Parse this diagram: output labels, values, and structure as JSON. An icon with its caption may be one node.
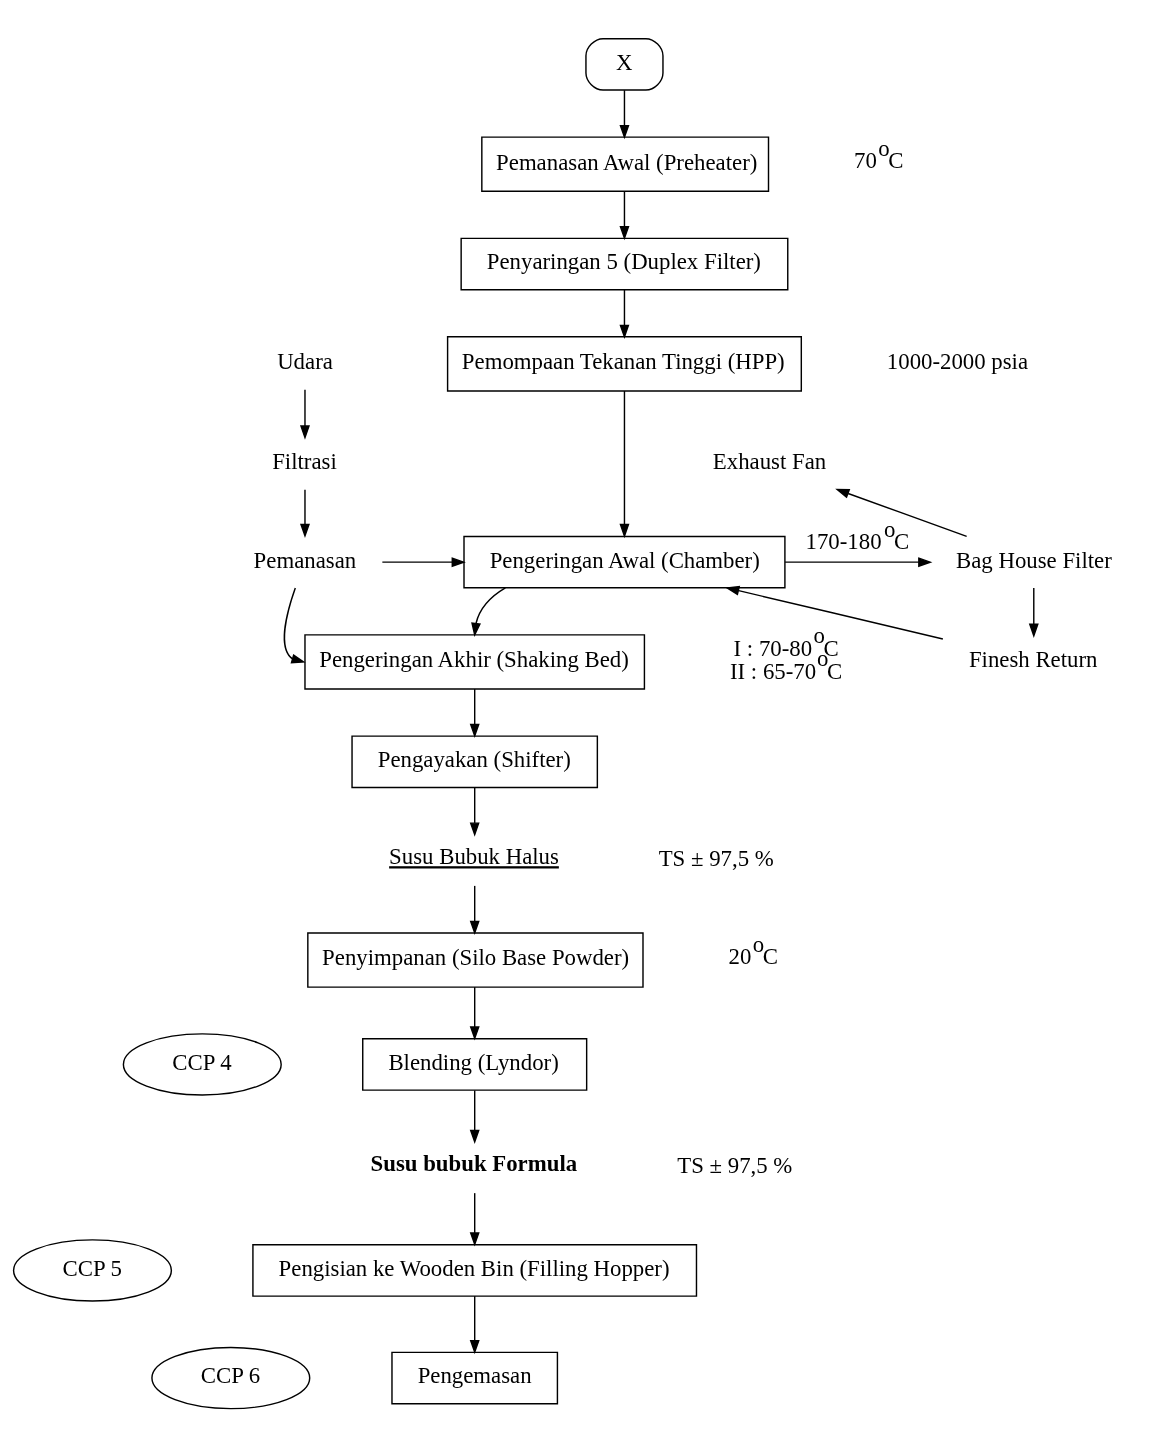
{
  "diagram": {
    "nodes": [
      {
        "text": [
          "X"
        ]
      },
      {
        "text": [
          "Pemanasan Awal (Preheater)"
        ],
        "beside": [
          "70$^{o}$C"
        ]
      },
      {
        "text": [
          "Penyaringan 5 (Duplex Filter)"
        ]
      },
      {
        "text": [
          "Pemompaan Tekanan Tinggi (HPP)"
        ],
        "beside": [
          "1000-2000 psia"
        ]
      },
      {
        "text": [
          "Udara"
        ]
      },
      {
        "text": [
          "Filtrasi"
        ]
      },
      {
        "text": [
          "Pemanasan"
        ]
      },
      {
        "text": [
          "Pengeringan Awal (Chamber)"
        ]
      },
      {
        "text": [
          "Exhaust Fan"
        ]
      },
      {
        "text": [
          "Bag House Filter"
        ]
      },
      {
        "text": [
          "Finesh Return"
        ]
      },
      {
        "text": [
          "Pengeringan Akhir (Shaking Bed)"
        ],
        "beside": [
          "I : 70-80$^{o}$C",
          "II : 65-70$^{o}$C"
        ]
      },
      {
        "text": [
          "Pengayakan (Shifter)"
        ]
      },
      {
        "text": [
          "Susu Bubuk Halus"
        ],
        "beside": [
          "TS ± 97,5 %"
        ]
      },
      {
        "text": [
          "Penyimpanan (Silo Base Powder)"
        ],
        "beside": [
          "20$^{o}$C"
        ]
      },
      {
        "text": [
          "CCP 4"
        ]
      },
      {
        "text": [
          "Blending (Lyndor)"
        ]
      },
      {
        "text": [
          "Susu bubuk Formula"
        ],
        "beside": [
          "TS ± 97,5 %"
        ]
      },
      {
        "text": [
          "CCP 5"
        ]
      },
      {
        "text": [
          "Pengisian ke Wooden Bin (Filling Hopper)"
        ]
      },
      {
        "text": [
          "CCP 6"
        ]
      },
      {
        "text": [
          "Pengemasan"
        ]
      }
    ],
    "edges": [
      {
        "from": 0,
        "to": 1,
        "arrow": "to"
      },
      {
        "from": 1,
        "to": 2,
        "arrow": "to"
      },
      {
        "from": 2,
        "to": 3,
        "arrow": "to"
      },
      {
        "from": 3,
        "to": 7,
        "arrow": "to"
      },
      {
        "from": 4,
        "to": 5,
        "arrow": "to"
      },
      {
        "from": 5,
        "to": 6,
        "arrow": "to"
      },
      {
        "from": 6,
        "to": 7,
        "arrow": "to"
      },
      {
        "from": 6,
        "to": 11,
        "arrow": "to"
      },
      {
        "from": 7,
        "to": 9,
        "arrow": "to",
        "label": "170-180$^{o}$C"
      },
      {
        "from": 9,
        "to": 8,
        "arrow": "to"
      },
      {
        "from": 9,
        "to": 10,
        "arrow": "to"
      },
      {
        "from": 10,
        "to": 7,
        "arrow": "to"
      },
      {
        "from": 7,
        "to": 11,
        "arrow": "to"
      },
      {
        "from": 11,
        "to": 12,
        "arrow": "to"
      },
      {
        "from": 12,
        "to": 13,
        "arrow": "to"
      },
      {
        "from": 13,
        "to": 14,
        "arrow": "to"
      },
      {
        "from": 14,
        "to": 16,
        "arrow": "to"
      },
      {
        "from": 16,
        "to": 17,
        "arrow": "to"
      },
      {
        "from": 17,
        "to": 19,
        "arrow": "to"
      },
      {
        "from": 19,
        "to": 21,
        "arrow": "to"
      }
    ]
  }
}
